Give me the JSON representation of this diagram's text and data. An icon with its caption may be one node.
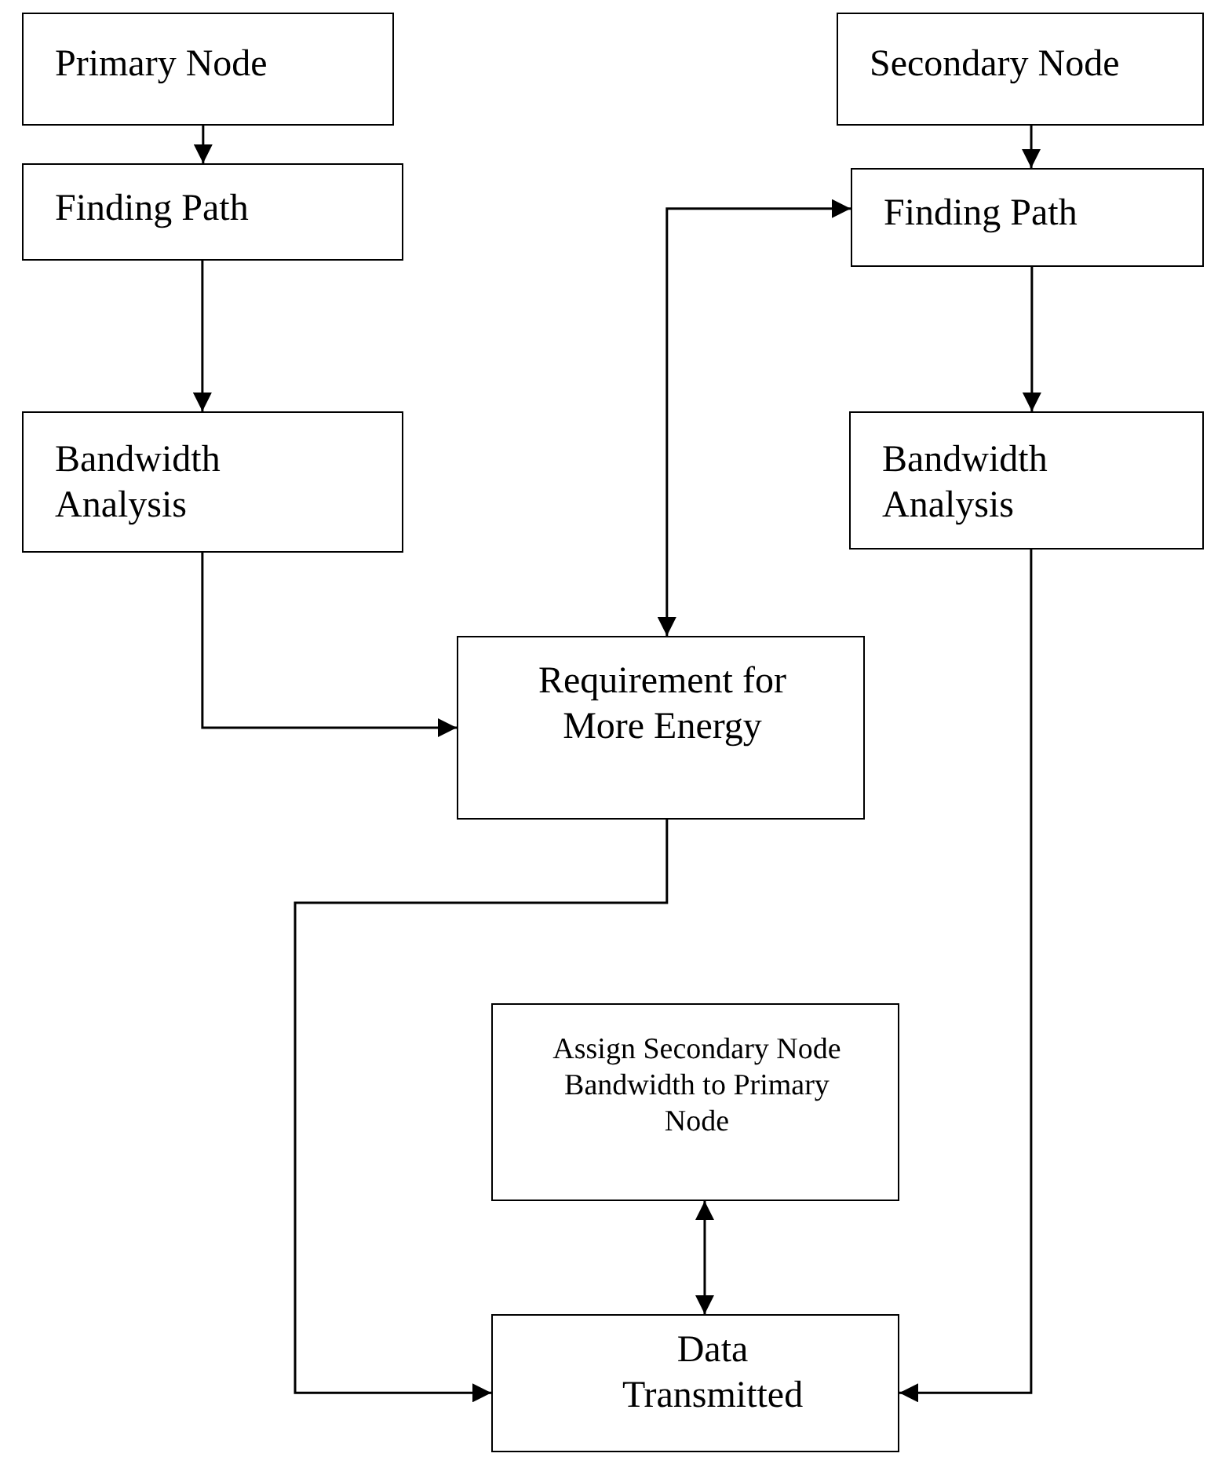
{
  "diagram": {
    "nodes": [
      {
        "text": [
          "Primary Node"
        ]
      },
      {
        "text": [
          "Finding Path"
        ]
      },
      {
        "text": [
          "Bandwidth Analysis"
        ]
      },
      {
        "text": [
          "Secondary Node"
        ]
      },
      {
        "text": [
          "Finding Path"
        ]
      },
      {
        "text": [
          "Bandwidth Analysis"
        ]
      },
      {
        "text": [
          "Requirement for More Energy"
        ]
      },
      {
        "text": [
          "Assign Secondary Node Bandwidth to Primary Node"
        ]
      },
      {
        "text": [
          "Data Transmitted"
        ]
      }
    ],
    "edges": [
      {
        "from": 0,
        "to": 1,
        "arrow": "to"
      },
      {
        "from": 1,
        "to": 2,
        "arrow": "to"
      },
      {
        "from": 3,
        "to": 4,
        "arrow": "to"
      },
      {
        "from": 4,
        "to": 5,
        "arrow": "to"
      },
      {
        "from": 2,
        "to": 6,
        "arrow": "to"
      },
      {
        "from": 6,
        "to": 4,
        "arrow": "both"
      },
      {
        "from": 6,
        "to": 8,
        "arrow": "to"
      },
      {
        "from": 5,
        "to": 8,
        "arrow": "to"
      },
      {
        "from": 7,
        "to": 8,
        "arrow": "both"
      }
    ]
  }
}
